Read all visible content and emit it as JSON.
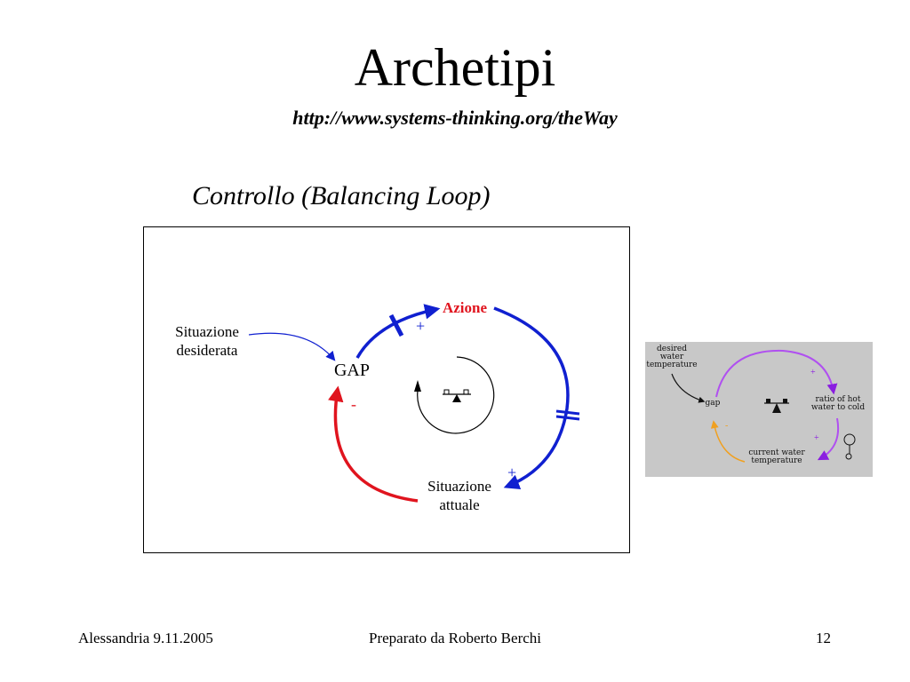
{
  "slide": {
    "title": "Archetipi",
    "url": "http://www.systems-thinking.org/theWay",
    "subtitle": "Controllo (Balancing Loop)"
  },
  "diagram": {
    "desired_line1": "Situazione",
    "desired_line2": "desiderata",
    "gap": "GAP",
    "action": "Azione",
    "actual_line1": "Situazione",
    "actual_line2": "attuale",
    "sign_plus_action": "+",
    "sign_plus_actual": "+",
    "sign_minus_gap": "-",
    "colors": {
      "blue": "#1020d0",
      "red": "#e0141e",
      "purple": "#b050f0",
      "orange": "#f0a020"
    }
  },
  "thumbnail": {
    "desired_line1": "desired",
    "desired_line2": "water",
    "desired_line3": "temperature",
    "gap": "gap",
    "ratio_line1": "ratio of hot",
    "ratio_line2": "water to cold",
    "current_line1": "current water",
    "current_line2": "temperature",
    "plus_top": "+",
    "plus_right": "+",
    "minus_left": "-"
  },
  "footer": {
    "left": "Alessandria 9.11.2005",
    "center": "Preparato da Roberto Berchi",
    "page": "12"
  }
}
